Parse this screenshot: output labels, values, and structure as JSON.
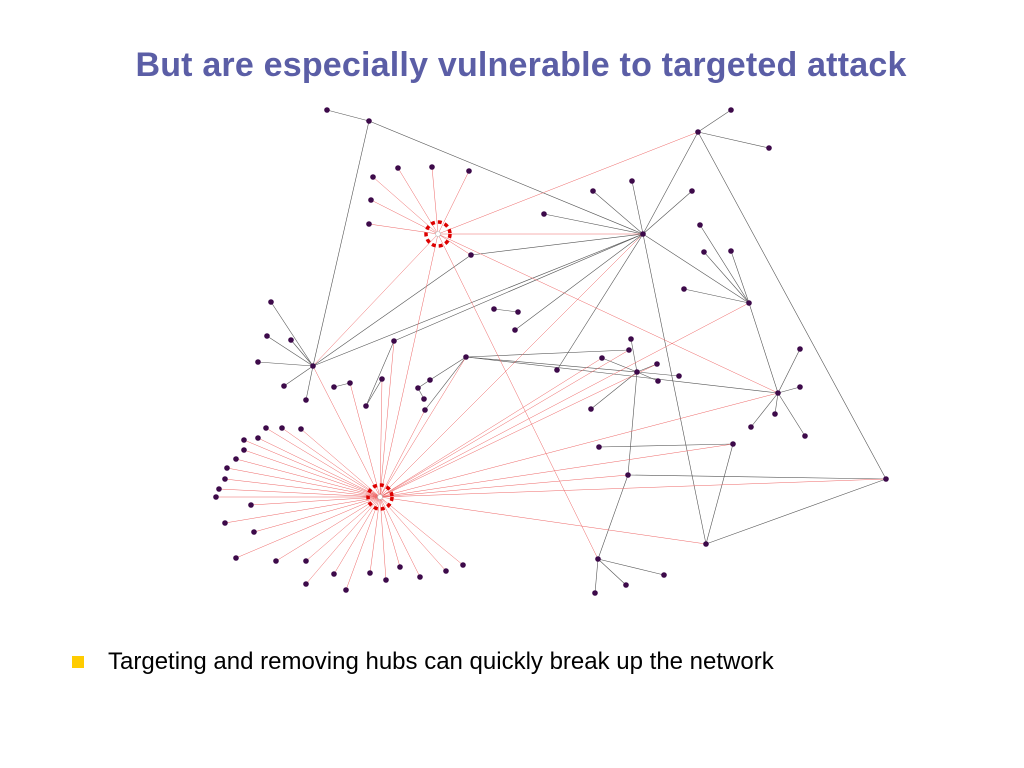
{
  "slide": {
    "title": "But are especially vulnerable to targeted attack",
    "bullet": "Targeting and removing hubs can quickly break up the network"
  },
  "colors": {
    "title": "#5b5ea6",
    "node": "#3d0a4a",
    "normal_edge": "#555555",
    "attacked_edge": "#ee6666",
    "hub_marker": "#dd0000",
    "bullet": "#ffcc00"
  },
  "icons": {
    "bullet": "square-bullet-icon"
  },
  "network": {
    "description_kind": "scale-free network diagram",
    "targeted_hubs": [
      "hub_a",
      "hub_b"
    ]
  }
}
